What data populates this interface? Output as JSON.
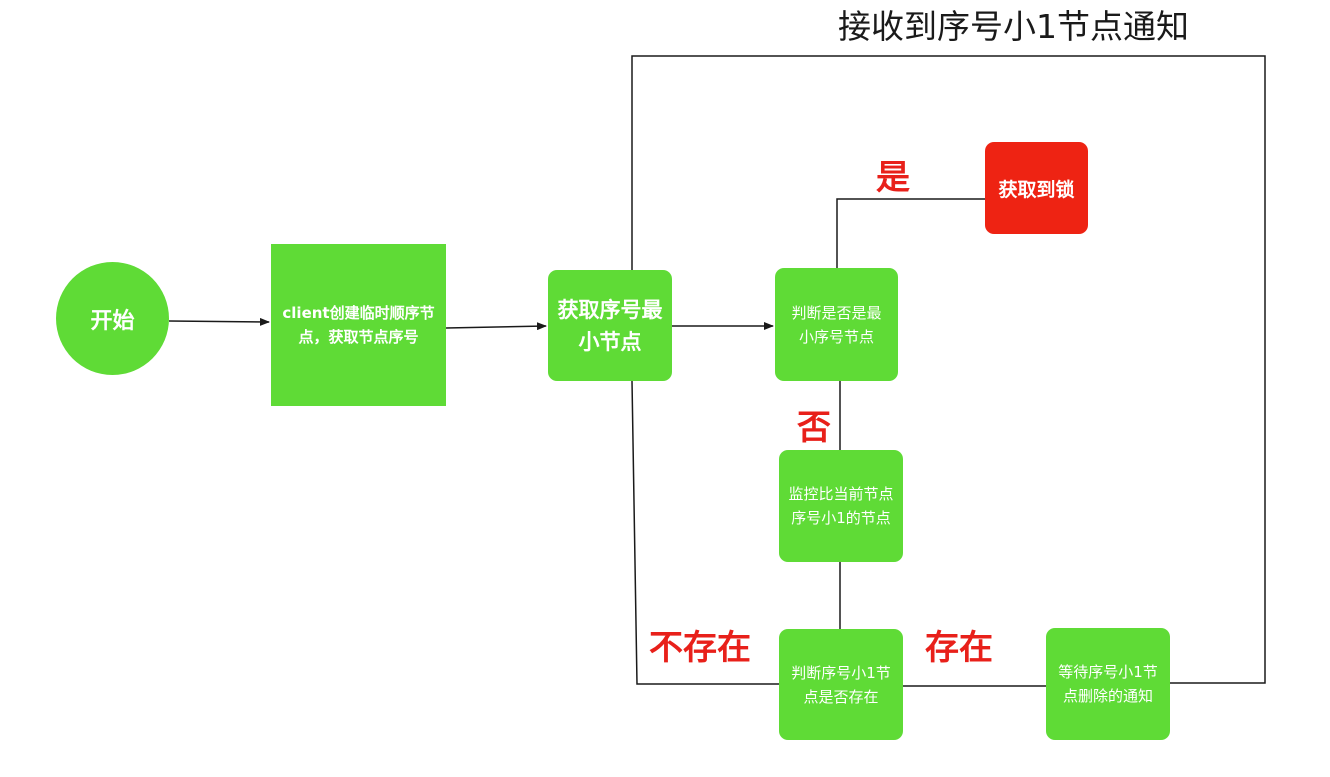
{
  "diagram": {
    "title": "接收到序号小1节点通知",
    "nodes": {
      "start": "开始",
      "create": "client创建临时顺序节点，获取节点序号",
      "get_min": "获取序号最小节点",
      "judge_min": "判断是否是最小序号节点",
      "acquire": "获取到锁",
      "watch": "监控比当前节点序号小1的节点",
      "judge_exist": "判断序号小1节点是否存在",
      "wait": "等待序号小1节点删除的通知"
    },
    "edge_labels": {
      "yes": "是",
      "no": "否",
      "not_exist": "不存在",
      "exist": "存在"
    },
    "colors": {
      "node_green": "#5fdb36",
      "node_red": "#ee2313",
      "label_red": "#e8201a",
      "line": "#1a1a1a"
    }
  }
}
